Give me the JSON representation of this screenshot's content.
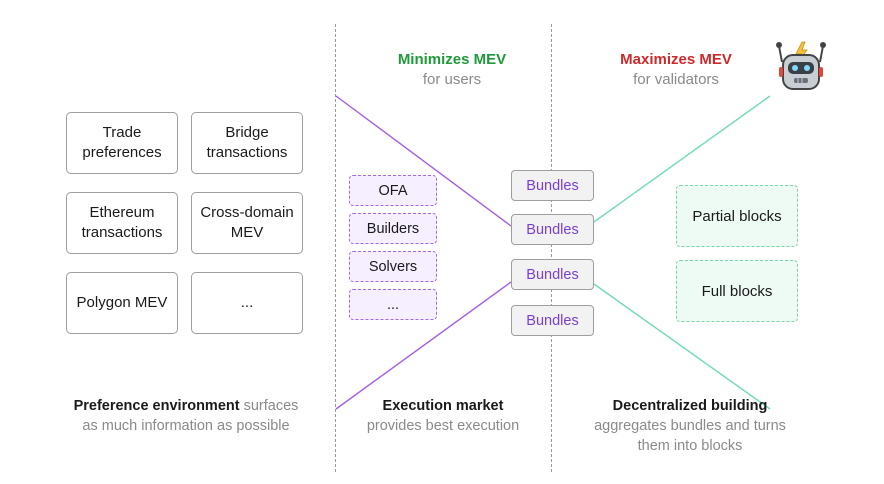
{
  "headings": {
    "minimizes": {
      "title": "Minimizes MEV",
      "subtitle": "for users"
    },
    "maximizes": {
      "title": "Maximizes MEV",
      "subtitle": "for validators"
    }
  },
  "preference_cards": [
    {
      "label": "Trade preferences"
    },
    {
      "label": "Bridge transactions"
    },
    {
      "label": "Ethereum transactions"
    },
    {
      "label": "Cross-domain MEV"
    },
    {
      "label": "Polygon MEV"
    },
    {
      "label": "..."
    }
  ],
  "execution_items": [
    "OFA",
    "Builders",
    "Solvers",
    "..."
  ],
  "bundles": [
    "Bundles",
    "Bundles",
    "Bundles",
    "Bundles"
  ],
  "blocks": [
    "Partial blocks",
    "Full blocks"
  ],
  "captions": {
    "preference": {
      "strong": "Preference environment",
      "muted_inline": " surfaces",
      "muted_line2": "as much information as possible"
    },
    "execution": {
      "strong": "Execution market",
      "muted": "provides best execution"
    },
    "building": {
      "strong": "Decentralized building",
      "muted_line1": "aggregates bundles and turns",
      "muted_line2": "them into blocks"
    }
  },
  "colors": {
    "purple_line": "#a35ee8",
    "green_line": "#6fdcb0",
    "minimizes": "#1f9a3a",
    "maximizes": "#cc2a2a"
  },
  "icons": {
    "robot": "robot-icon"
  }
}
